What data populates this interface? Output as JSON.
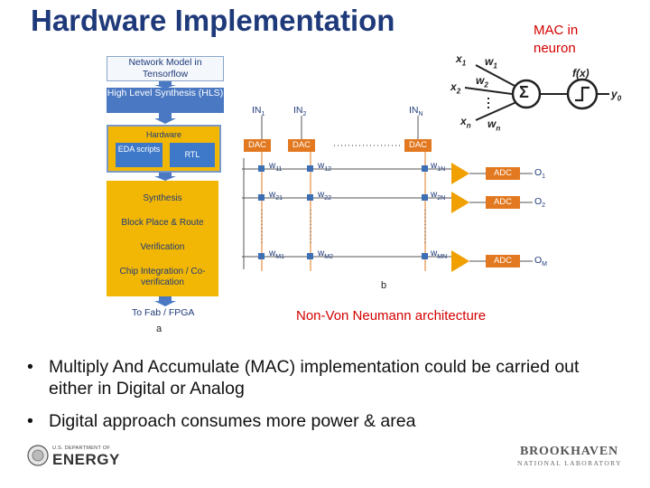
{
  "slide": {
    "title": "Hardware Implementation",
    "mac_caption_line1": "MAC in",
    "mac_caption_line2": "neuron",
    "nvn_caption": "Non-Von Neumann architecture"
  },
  "bullets": [
    "Multiply And Accumulate (MAC) implementation could be carried out either in Digital or Analog",
    "Digital approach consumes more power & area"
  ],
  "flow_diagram": {
    "network_model": "Network Model in Tensorflow",
    "hls": "High Level Synthesis (HLS)",
    "hardware": "Hardware",
    "eda": "EDA scripts",
    "rtl": "RTL",
    "steps": [
      "Synthesis",
      "Block Place & Route",
      "Verification",
      "Chip Integration / Co-verification"
    ],
    "to_fab": "To Fab / FPGA",
    "panel_label": "a"
  },
  "crossbar": {
    "inputs": [
      {
        "name": "IN",
        "sub": "1"
      },
      {
        "name": "IN",
        "sub": "2"
      },
      {
        "name": "IN",
        "sub": "N"
      }
    ],
    "dac_label": "DAC",
    "adc_label": "ADC",
    "weights": [
      [
        {
          "w": "w",
          "sub": "11"
        },
        {
          "w": "w",
          "sub": "12"
        },
        {
          "w": "w",
          "sub": "1N"
        }
      ],
      [
        {
          "w": "w",
          "sub": "21"
        },
        {
          "w": "w",
          "sub": "22"
        },
        {
          "w": "w",
          "sub": "2N"
        }
      ],
      [
        {
          "w": "w",
          "sub": "M1"
        },
        {
          "w": "w",
          "sub": "M2"
        },
        {
          "w": "w",
          "sub": "MN"
        }
      ]
    ],
    "outputs": [
      {
        "name": "O",
        "sub": "1"
      },
      {
        "name": "O",
        "sub": "2"
      },
      {
        "name": "O",
        "sub": "M"
      }
    ],
    "panel_label": "b"
  },
  "neuron": {
    "x1": "x",
    "x1_sub": "1",
    "x2": "x",
    "x2_sub": "2",
    "xn": "x",
    "xn_sub": "n",
    "w1": "w",
    "w1_sub": "1",
    "w2": "w",
    "w2_sub": "2",
    "wn": "w",
    "wn_sub": "n",
    "sum_symbol": "Σ",
    "fx": "f(x)",
    "y": "y",
    "y_sub": "0"
  },
  "footer": {
    "doe_small": "U.S. DEPARTMENT OF",
    "doe_big": "ENERGY",
    "bnl_big": "BROOKHAVEN",
    "bnl_small": "NATIONAL LABORATORY"
  },
  "colors": {
    "title": "#1f3a7a",
    "caption_red": "#d40000",
    "dac_orange": "#e2781f",
    "amp_orange": "#f0a000",
    "flow_yellow": "#f2b705",
    "flow_blue": "#4a78c2"
  }
}
